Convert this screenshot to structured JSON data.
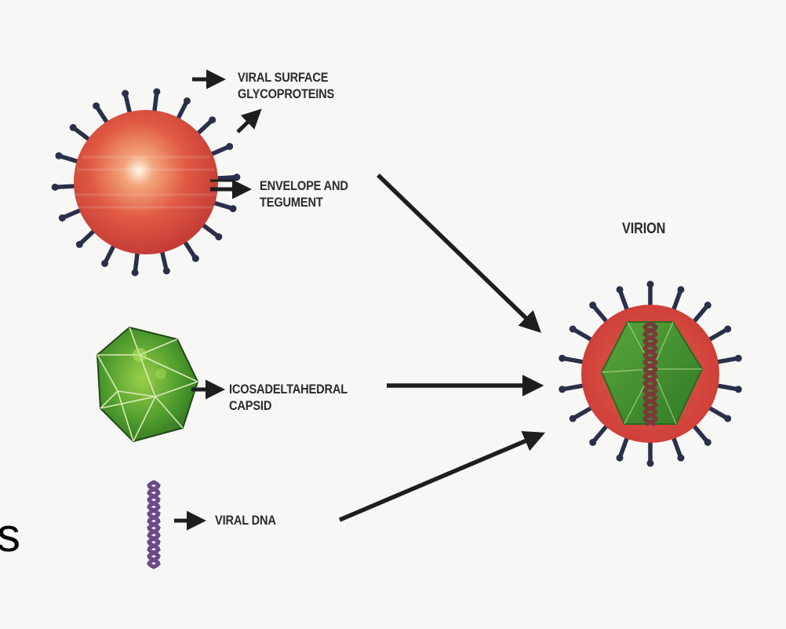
{
  "labels": {
    "glycoproteins_line1": "VIRAL SURFACE",
    "glycoproteins_line2": "GLYCOPROTEINS",
    "envelope_line1": "ENVELOPE AND",
    "envelope_line2": "TEGUMENT",
    "capsid_line1": "ICOSADELTAHEDRAL",
    "capsid_line2": "CAPSID",
    "dna": "VIRAL DNA",
    "virion": "VIRION"
  },
  "stray_text": "s",
  "colors": {
    "envelope_red": "#d9473f",
    "capsid_green": "#3f8f2a",
    "spike_navy": "#2a2f4a",
    "dna_purple": "#6a4a8a",
    "arrow": "#1e1e1e"
  }
}
